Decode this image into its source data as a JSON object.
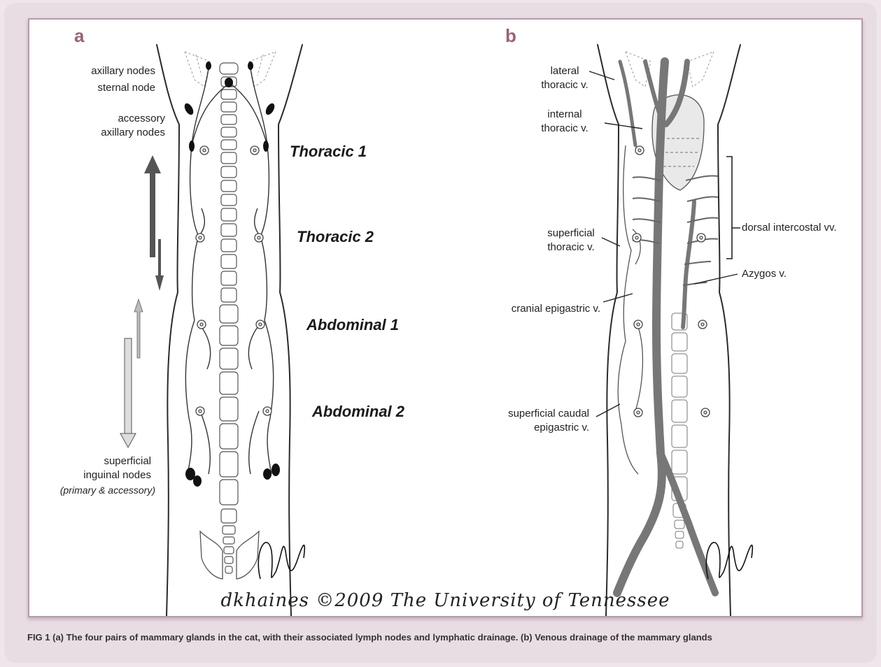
{
  "panels": {
    "a_label": "a",
    "b_label": "b"
  },
  "panel_a": {
    "labels": {
      "axillary_nodes": "axillary nodes",
      "sternal_node": "sternal node",
      "accessory_1": "accessory",
      "accessory_2": "axillary nodes",
      "superficial": "superficial",
      "inguinal": "inguinal nodes",
      "primary_accessory": "(primary & accessory)"
    },
    "glands": [
      "Thoracic 1",
      "Thoracic 2",
      "Abdominal 1",
      "Abdominal 2"
    ]
  },
  "panel_b": {
    "labels": {
      "lateral_1": "lateral",
      "lateral_2": "thoracic v.",
      "internal_1": "internal",
      "internal_2": "thoracic v.",
      "superficial_thoracic_1": "superficial",
      "superficial_thoracic_2": "thoracic v.",
      "dorsal_intercostal": "dorsal intercostal vv.",
      "azygos": "Azygos v.",
      "cranial_epigastric": "cranial epigastric v.",
      "caudal_epigastric_1": "superficial caudal",
      "caudal_epigastric_2": "epigastric v."
    }
  },
  "credit": "dkhaines ©2009 The University of Tennessee",
  "caption": "FIG 1  (a) The four pairs of mammary glands in the cat, with their associated lymph nodes and lymphatic drainage. (b) Venous drainage of the mammary glands",
  "colors": {
    "panel_label": "#9b6178",
    "frame": "#e9dde4",
    "border": "#b79aa9",
    "vein": "#7a7a7a"
  }
}
